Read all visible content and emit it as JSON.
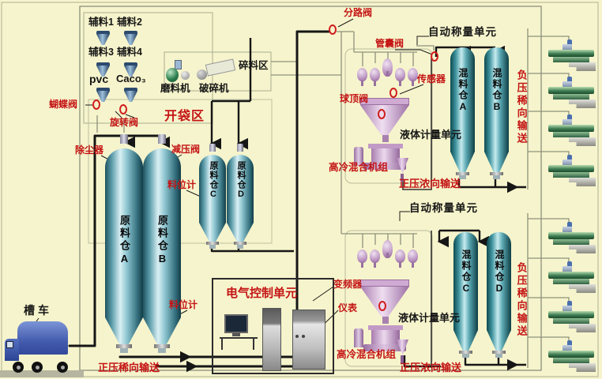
{
  "colors": {
    "background": "#f6f4cc",
    "label_red": "#c41414",
    "label_black": "#161616",
    "raw_silo_teal": "#3d8694",
    "mix_silo_teal": "#2a7d74",
    "hopper_purple": "#b98fc0",
    "machine_green": "#2e7d4f",
    "truck_blue": "#4a63b4",
    "pipe_black": "#1a1a1a",
    "pipe_gray": "#8e927c"
  },
  "bag_area": {
    "title": "开袋区",
    "aux": [
      "辅料1",
      "辅料2",
      "辅料3",
      "辅料4"
    ],
    "pvc": "pvc",
    "caco3": "Caco₃",
    "butterfly_valve": "蝴蝶阀",
    "rotary_valve": "旋转阀"
  },
  "crush_area": {
    "title": "碎料区",
    "grinder": "磨料机",
    "crusher": "破碎机"
  },
  "raw_silos": {
    "a": "原料仓A",
    "b": "原料仓B",
    "c": "原料仓C",
    "d": "原料仓D",
    "dust_collector": "除尘器",
    "reducing_valve": "减压阀",
    "level_gauge_cd": "料位计",
    "level_gauge_ab": "料位计"
  },
  "weigh_top": {
    "title": "自动称量单元",
    "branch_valve": "分路阀",
    "pinch_valve": "管囊阀",
    "sensor": "传感器",
    "ball_dome_valve": "球顶阀",
    "liquid_unit": "液体计量单元",
    "mixer": "高冷混合机组",
    "out": "正压浓向输送"
  },
  "weigh_bottom": {
    "title": "自动称量单元",
    "liquid_unit": "液体计量单元",
    "mixer": "高冷混合机组",
    "out": "正压浓向输送"
  },
  "mix_silos": {
    "a": "混料仓A",
    "b": "混料仓B",
    "c": "混料仓C",
    "d": "混料仓D",
    "neg_top": "负压稀向输送",
    "neg_bottom": "负压稀向输送"
  },
  "control": {
    "title": "电气控制单元",
    "vfd": "变频器",
    "instrument": "仪表"
  },
  "transport": {
    "truck": "槽车",
    "pos_dilute": "正压稀向输送"
  }
}
